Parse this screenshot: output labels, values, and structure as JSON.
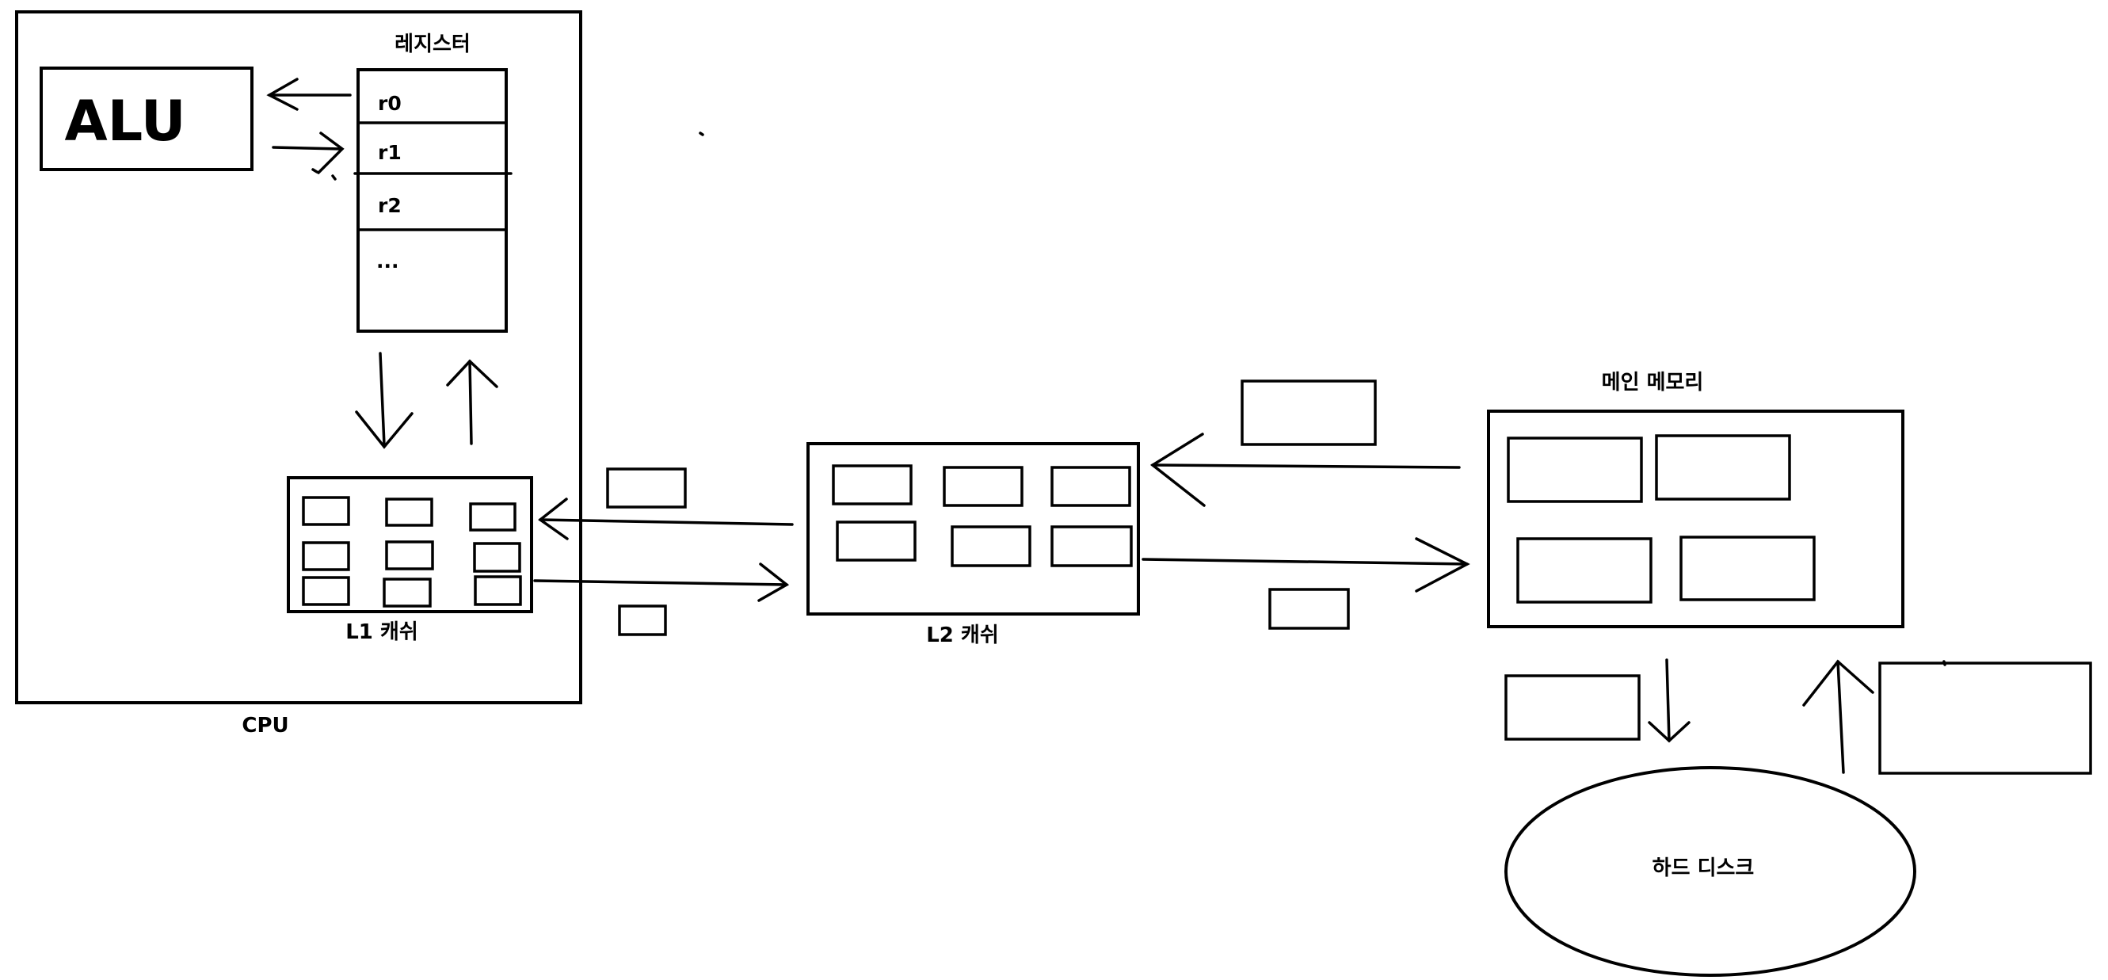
{
  "labels": {
    "alu": "ALU",
    "registers_title": "레지스터",
    "registers": [
      "r0",
      "r1",
      "r2",
      "..."
    ],
    "l1_cache": "L1 캐쉬",
    "cpu": "CPU",
    "l2_cache": "L2 캐쉬",
    "main_memory": "메인 메모리",
    "hard_disk": "하드 디스크"
  },
  "colors": {
    "stroke": "#000000",
    "background": "#ffffff"
  }
}
